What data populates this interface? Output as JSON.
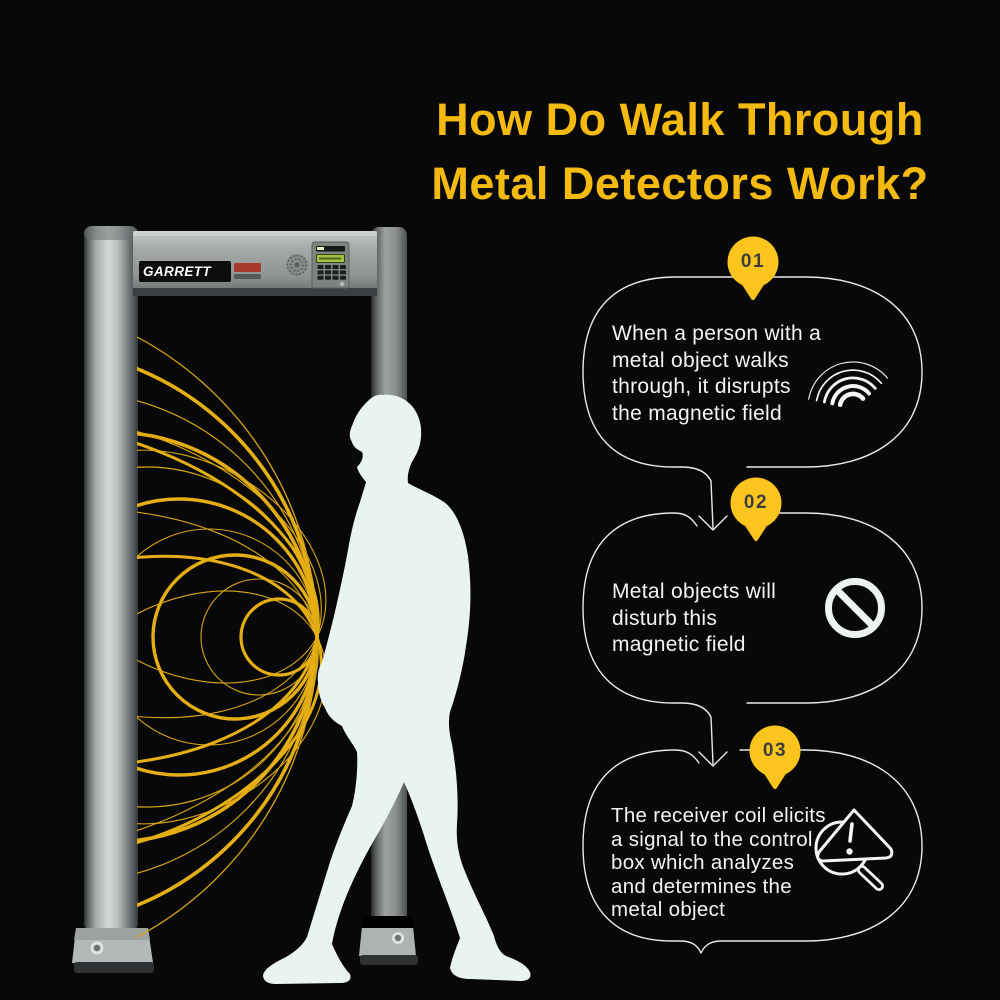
{
  "title": {
    "text": "How Do Walk Through\nMetal Detectors Work?"
  },
  "steps": [
    {
      "number": "01",
      "text": "When a person with a\nmetal object walks\nthrough, it disrupts\nthe magnetic field",
      "icon": "signal-waves-icon"
    },
    {
      "number": "02",
      "text": "Metal objects will\ndisturb this\nmagnetic field",
      "icon": "no-entry-icon"
    },
    {
      "number": "03",
      "text": "The receiver coil elicits\na signal to the control\nbox which analyzes\nand determines the\nmetal object",
      "icon": "alert-search-icon"
    }
  ],
  "detector": {
    "brand": "GARRETT"
  },
  "colors": {
    "background": "#080808",
    "title_yellow": "#F5BA10",
    "pin_yellow": "#FBC51D",
    "arc_gold": "#D8A512",
    "silhouette": "#E9F3F0",
    "bubble_outline": "#E9E9E9",
    "body_text": "#F4F4F4"
  }
}
